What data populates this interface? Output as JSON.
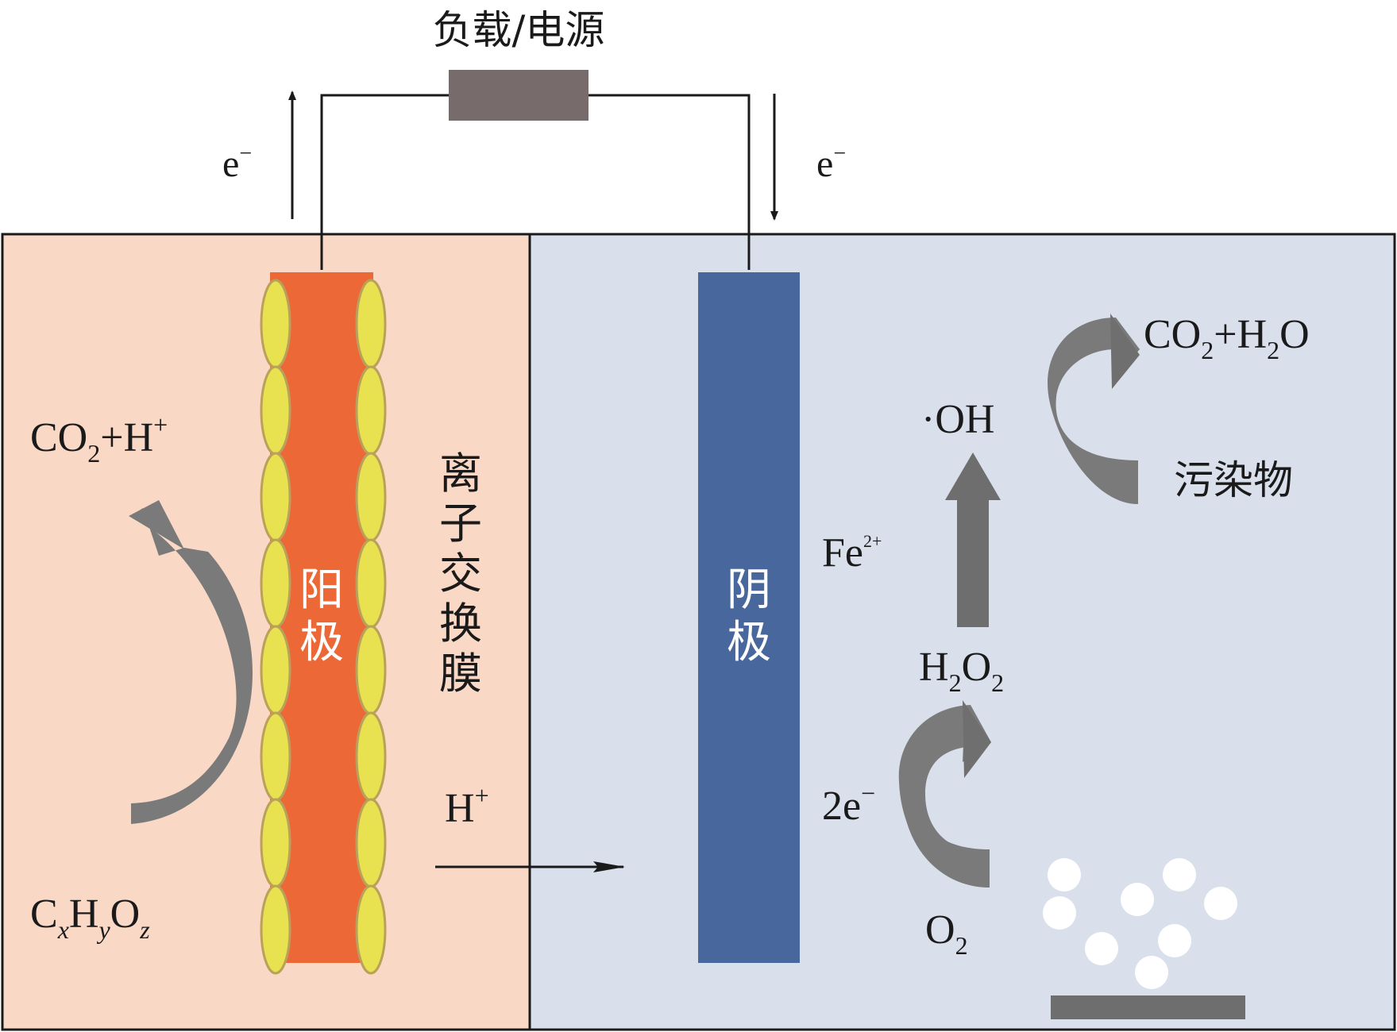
{
  "title": "负载/电源",
  "electron": {
    "left": "e",
    "right": "e",
    "sup": "−"
  },
  "anode": {
    "label_chars": [
      "阳",
      "极"
    ],
    "fill": "#ec6937",
    "bacteria_fill": "#e9e250",
    "bacteria_stroke": "#b9a15a",
    "product": {
      "main": "CO",
      "sub": "2",
      "rest": "+H",
      "sup": "+"
    },
    "substrate": {
      "c": "C",
      "x": "x",
      "h": "H",
      "y": "y",
      "o": "O",
      "z": "z"
    }
  },
  "membrane": {
    "label_chars": [
      "离",
      "子",
      "交",
      "换",
      "膜"
    ]
  },
  "proton": {
    "main": "H",
    "sup": "+"
  },
  "cathode": {
    "label_chars": [
      "阴",
      "极"
    ],
    "fill": "#48679d",
    "oxygen": {
      "main": "O",
      "sub": "2"
    },
    "two_electron": {
      "main": "2e",
      "sup": "−"
    },
    "h2o2": {
      "h": "H",
      "s1": "2",
      "o": "O",
      "s2": "2"
    },
    "fe": {
      "main": "Fe",
      "sup": "2+"
    },
    "oh": "·OH",
    "pollutant": "污染物",
    "final_product": {
      "co": "CO",
      "s1": "2",
      "mid": "+H",
      "s2": "2",
      "end": "O"
    }
  },
  "colors": {
    "anode_chamber": "#f9d8c6",
    "cathode_chamber": "#d9e0ec",
    "load": "#786b6b",
    "arrow_gray": "#7a7a7a",
    "bubble": "#ffffff",
    "diffuser": "#6e6e6e"
  }
}
